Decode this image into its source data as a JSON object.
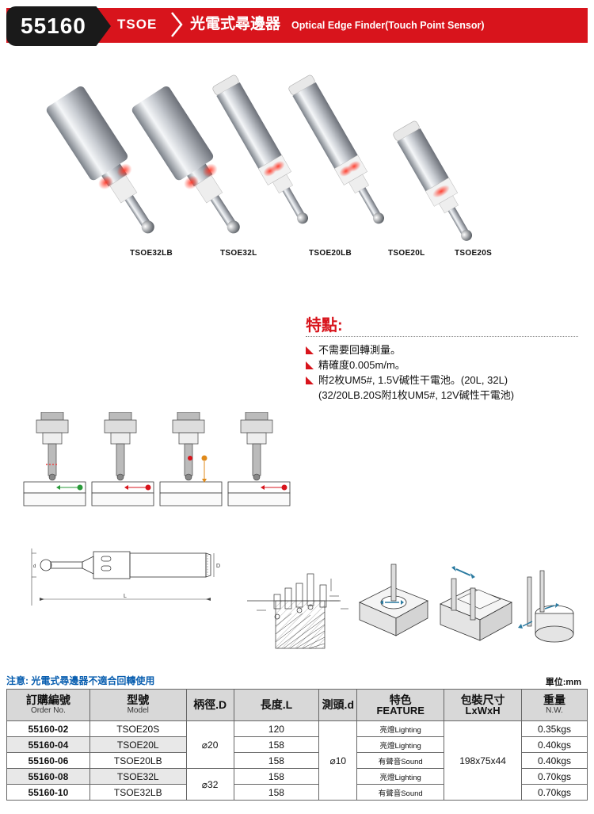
{
  "header": {
    "code": "55160",
    "series": "TSOE",
    "title_zh": "光電式尋邊器",
    "title_en": "Optical Edge Finder(Touch Point Sensor)"
  },
  "products": [
    {
      "label": "TSOE32LB"
    },
    {
      "label": "TSOE32L"
    },
    {
      "label": "TSOE20LB"
    },
    {
      "label": "TSOE20L"
    },
    {
      "label": "TSOE20S"
    }
  ],
  "features": {
    "title": "特點:",
    "items": [
      "不需要回轉測量。",
      "精確度0.005m/m。",
      "附2枚UM5#, 1.5V碱性干電池。(20L, 32L)"
    ],
    "continuation": "(32/20LB.20S附1枚UM5#, 12V碱性干電池)"
  },
  "drawing": {
    "dim_L": "L",
    "dim_D": "D",
    "dim_d": "d"
  },
  "table": {
    "note": "注意: 光電式尋邊器不適合回轉使用",
    "unit": "單位:mm",
    "headers": {
      "order_zh": "訂購編號",
      "order_en": "Order No.",
      "model_zh": "型號",
      "model_en": "Model",
      "shank": "柄徑.D",
      "length": "長度.L",
      "head": "測頭.d",
      "feature_zh": "特色",
      "feature_en": "FEATURE",
      "pack_zh": "包裝尺寸",
      "pack_en": "LxWxH",
      "weight_zh": "重量",
      "weight_en": "N.W."
    },
    "rows": [
      {
        "order": "55160-02",
        "model": "TSOE20S",
        "length": "120",
        "feature": "亮燈Lighting",
        "weight": "0.35kgs"
      },
      {
        "order": "55160-04",
        "model": "TSOE20L",
        "length": "158",
        "feature": "亮燈Lighting",
        "weight": "0.40kgs"
      },
      {
        "order": "55160-06",
        "model": "TSOE20LB",
        "length": "158",
        "feature": "有聲音Sound",
        "weight": "0.40kgs"
      },
      {
        "order": "55160-08",
        "model": "TSOE32L",
        "length": "158",
        "feature": "亮燈Lighting",
        "weight": "0.70kgs"
      },
      {
        "order": "55160-10",
        "model": "TSOE32LB",
        "length": "158",
        "feature": "有聲音Sound",
        "weight": "0.70kgs"
      }
    ],
    "shank_20": "⌀20",
    "shank_32": "⌀32",
    "head_10": "⌀10",
    "pack": "198x75x44"
  },
  "colors": {
    "brand_red": "#d8141c",
    "note_blue": "#0a5fb0",
    "header_dark": "#1a1a1a"
  }
}
